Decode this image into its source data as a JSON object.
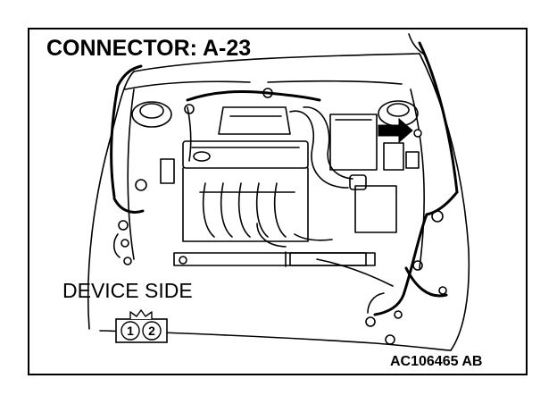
{
  "title": "CONNECTOR: A-23",
  "device_label": "DEVICE SIDE",
  "connector": {
    "pins": [
      "1",
      "2"
    ]
  },
  "reference_code": "AC106465 AB",
  "icons": {
    "arrow": "arrow-right-icon",
    "connector": "two-pin-connector-icon"
  }
}
